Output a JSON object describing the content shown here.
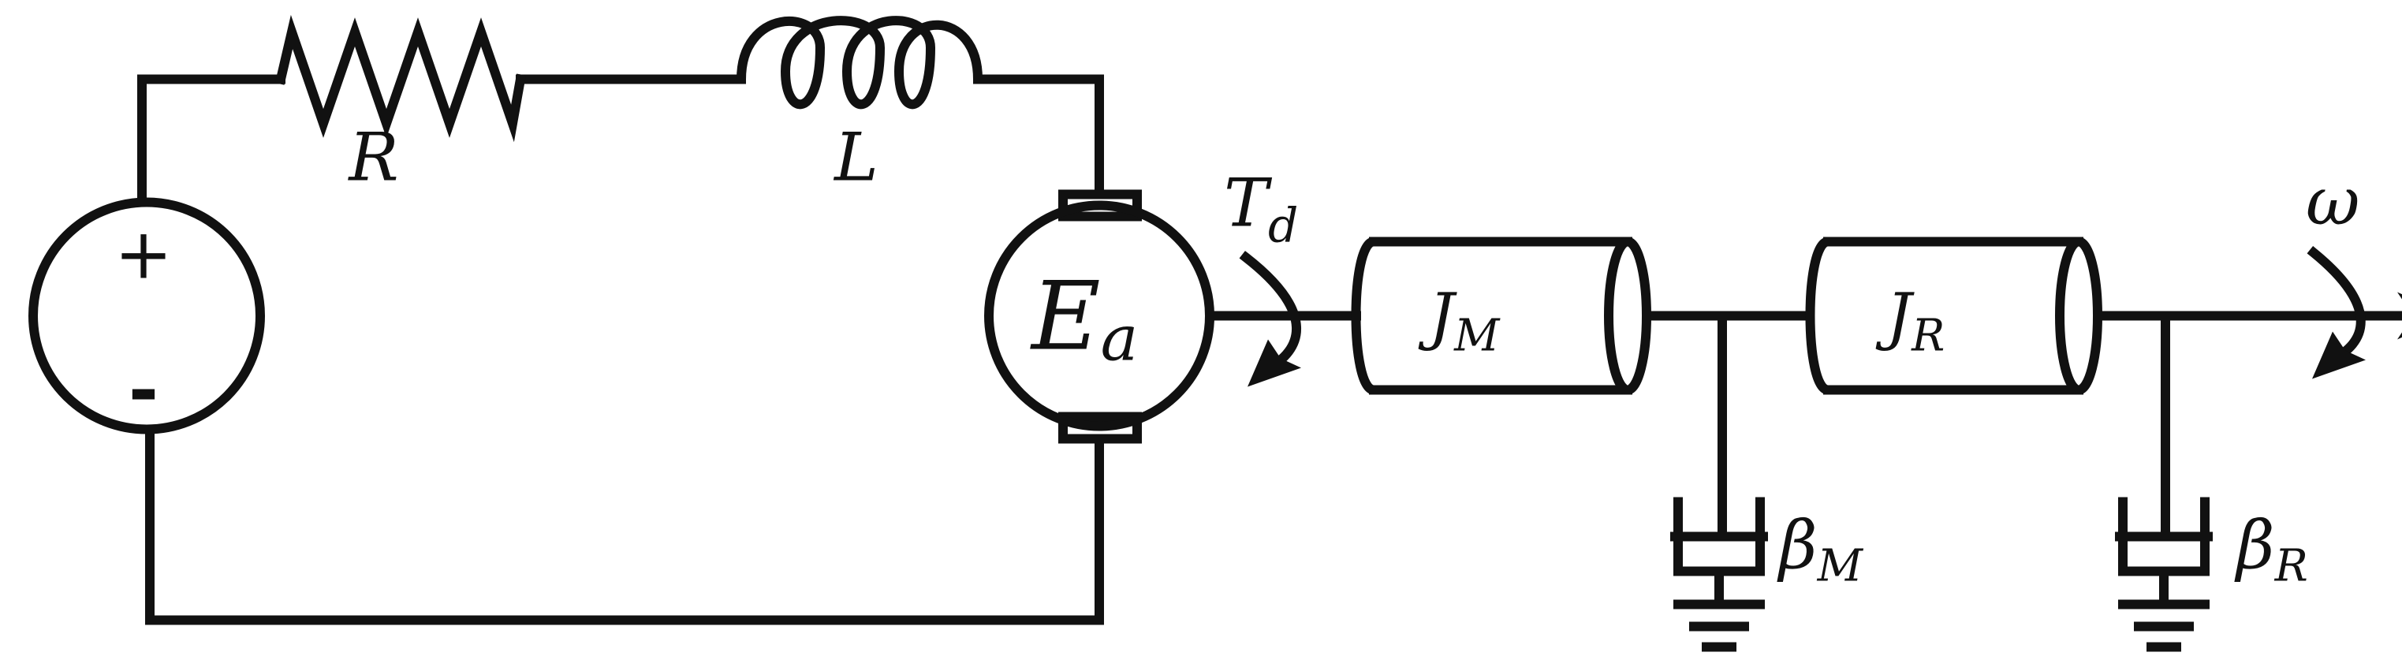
{
  "labels": {
    "resistor": "R",
    "inductor": "L",
    "motor_main": "E",
    "motor_sub": "a",
    "torque_main": "T",
    "torque_sub": "d",
    "inertia_motor_main": "J",
    "inertia_motor_sub": "M",
    "inertia_load_main": "J",
    "inertia_load_sub": "R",
    "damping_motor_main": "β",
    "damping_motor_sub": "M",
    "damping_load_main": "β",
    "damping_load_sub": "R",
    "angular_velocity": "ω",
    "source_plus": "+",
    "source_minus": "-"
  }
}
